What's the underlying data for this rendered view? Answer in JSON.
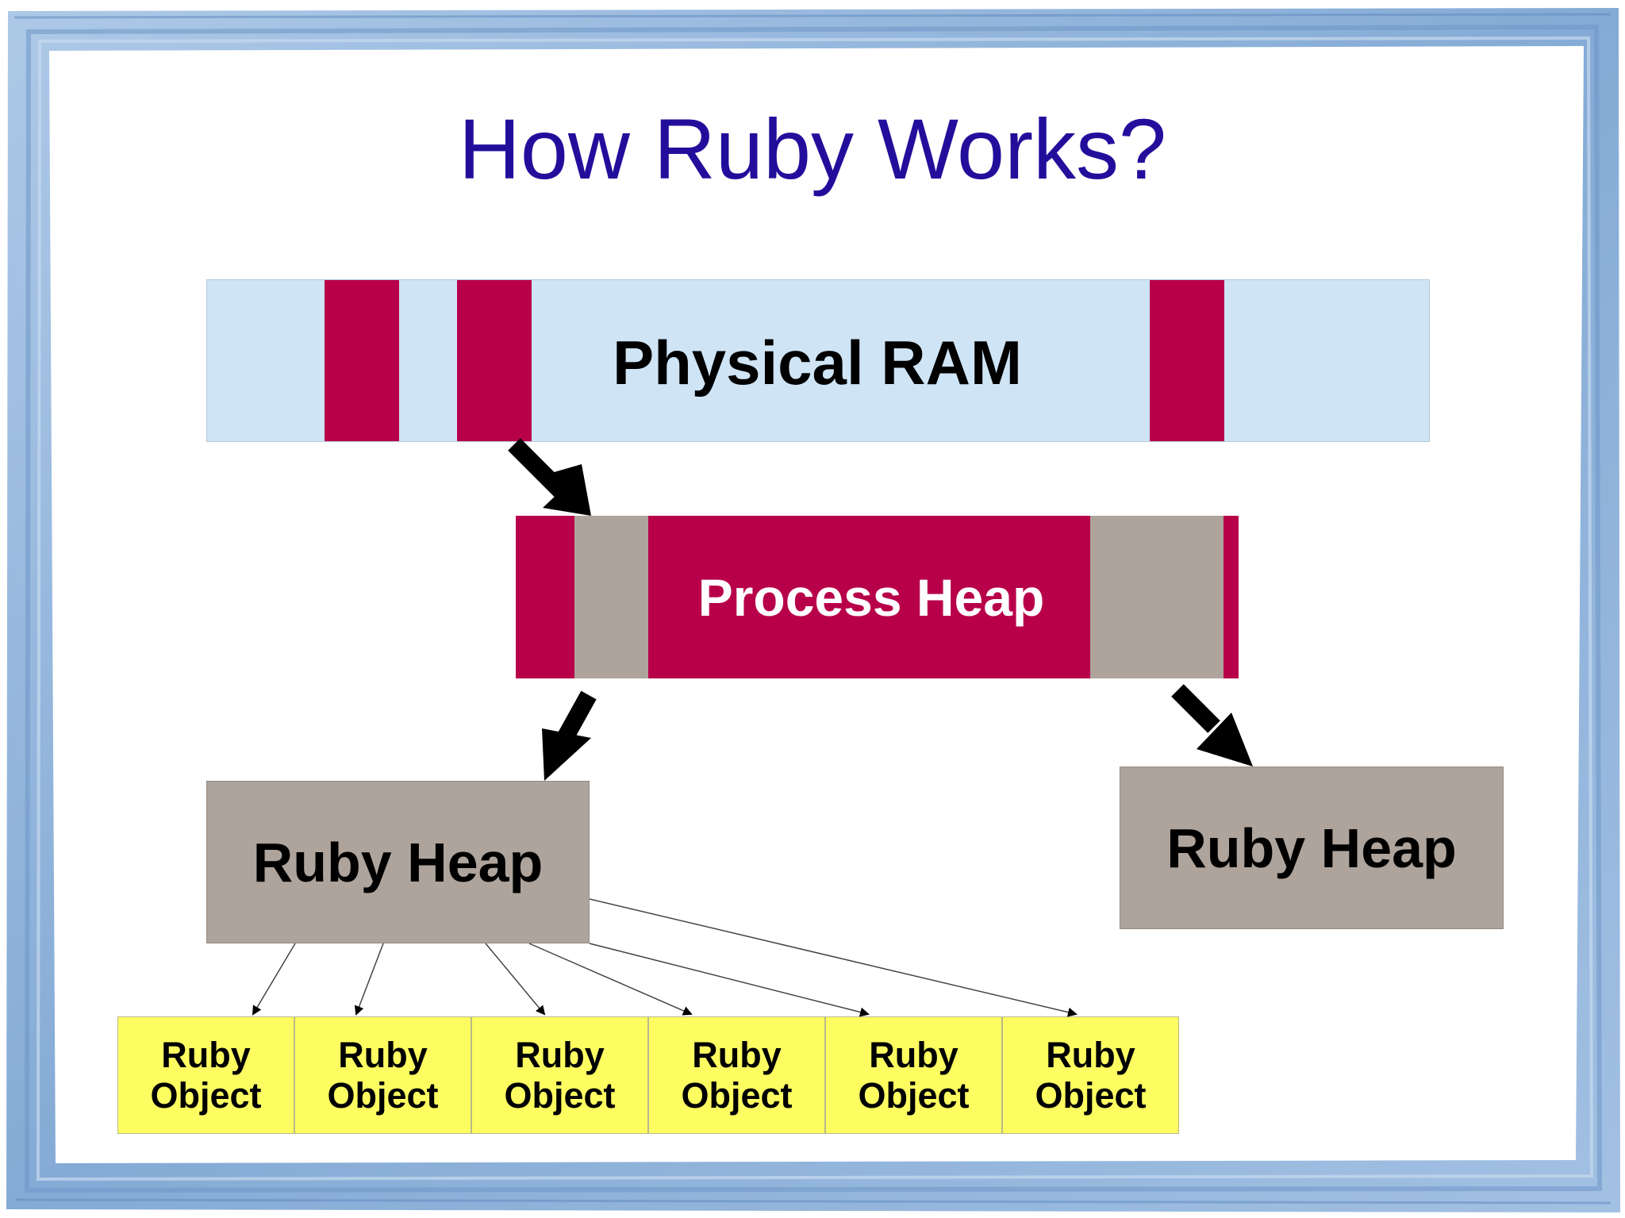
{
  "title": "How Ruby Works?",
  "physical_ram": {
    "label": "Physical RAM",
    "fill_color": "#cfe5f6",
    "segment_color": "#b8004a"
  },
  "process_heap": {
    "label": "Process Heap",
    "fill_color": "#b8004a",
    "segment_color": "#aea49c"
  },
  "ruby_heaps": [
    {
      "label": "Ruby Heap"
    },
    {
      "label": "Ruby Heap"
    }
  ],
  "ruby_objects": [
    {
      "line1": "Ruby",
      "line2": "Object"
    },
    {
      "line1": "Ruby",
      "line2": "Object"
    },
    {
      "line1": "Ruby",
      "line2": "Object"
    },
    {
      "line1": "Ruby",
      "line2": "Object"
    },
    {
      "line1": "Ruby",
      "line2": "Object"
    },
    {
      "line1": "Ruby",
      "line2": "Object"
    }
  ],
  "colors": {
    "title": "#230e9c",
    "ruby_heap": "#aea49c",
    "ruby_object": "#fdfd62",
    "frame": "#8fb3d9"
  }
}
